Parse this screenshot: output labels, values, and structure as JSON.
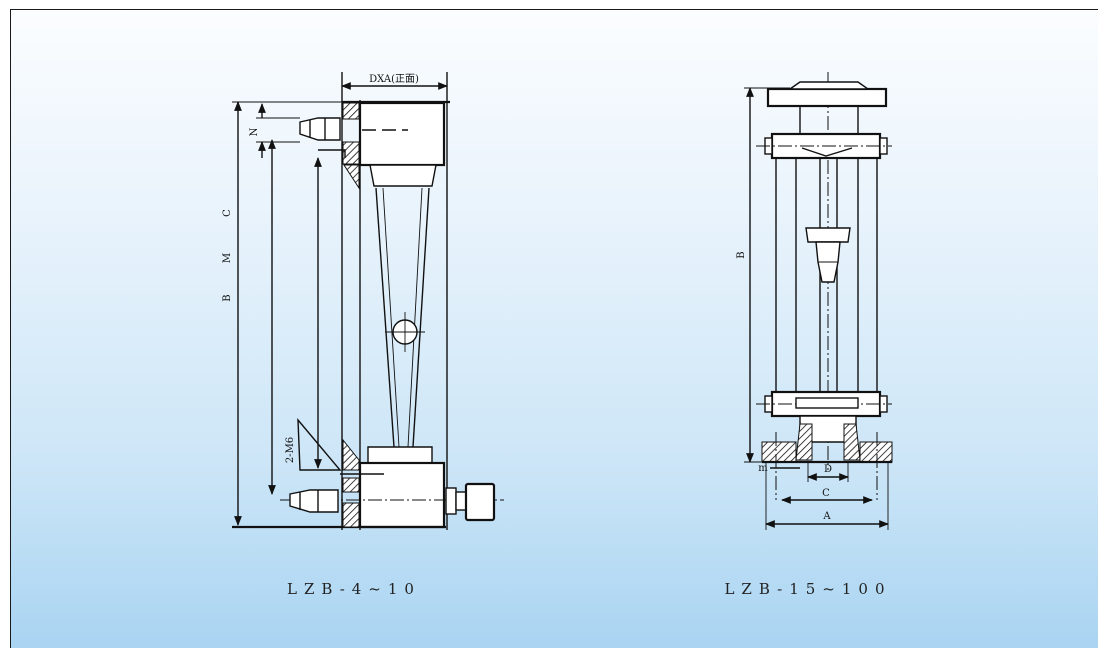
{
  "left_drawing": {
    "caption": "LZB-4~10",
    "labels": {
      "dxa": "DXA(正面)",
      "n": "N",
      "c": "C",
      "m": "M",
      "b": "B",
      "screw": "2-M6"
    }
  },
  "right_drawing": {
    "caption": "LZB-15~100",
    "labels": {
      "b": "B",
      "d": "D",
      "c": "C",
      "a": "A",
      "m": "m"
    }
  }
}
